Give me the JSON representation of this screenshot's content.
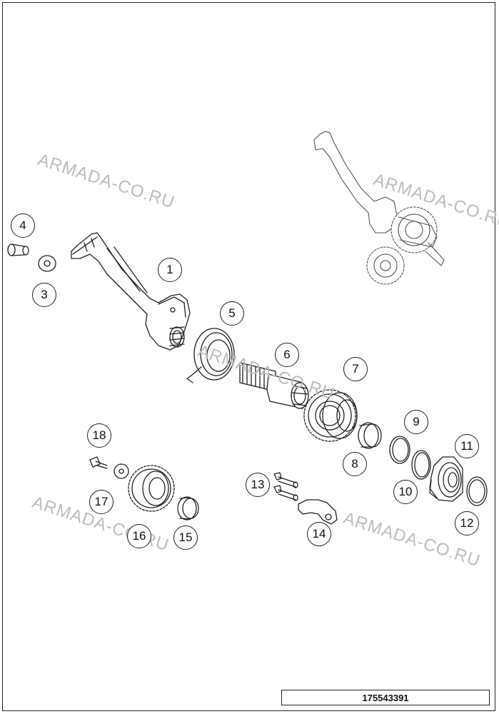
{
  "diagram": {
    "part_code": "175543391",
    "watermark_text": "ARMADA-CO.RU",
    "callouts": [
      {
        "id": "1",
        "label": "1"
      },
      {
        "id": "3",
        "label": "3"
      },
      {
        "id": "4",
        "label": "4"
      },
      {
        "id": "5",
        "label": "5"
      },
      {
        "id": "6",
        "label": "6"
      },
      {
        "id": "7",
        "label": "7"
      },
      {
        "id": "8",
        "label": "8"
      },
      {
        "id": "9",
        "label": "9"
      },
      {
        "id": "10",
        "label": "10"
      },
      {
        "id": "11",
        "label": "11"
      },
      {
        "id": "12",
        "label": "12"
      },
      {
        "id": "13",
        "label": "13"
      },
      {
        "id": "14",
        "label": "14"
      },
      {
        "id": "15",
        "label": "15"
      },
      {
        "id": "16",
        "label": "16"
      },
      {
        "id": "17",
        "label": "17"
      },
      {
        "id": "18",
        "label": "18"
      }
    ]
  }
}
